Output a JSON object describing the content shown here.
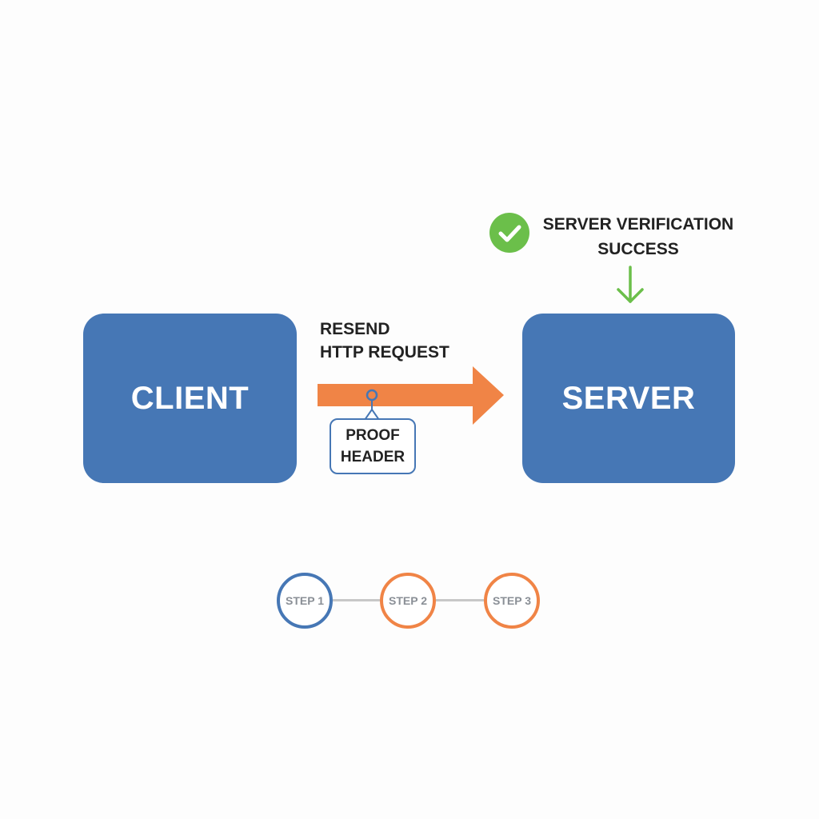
{
  "diagram": {
    "client": {
      "label": "CLIENT"
    },
    "server": {
      "label": "SERVER"
    },
    "request": {
      "line1": "RESEND",
      "line2": "HTTP REQUEST"
    },
    "proof": {
      "line1": "PROOF",
      "line2": "HEADER"
    },
    "verification": {
      "line1": "SERVER VERIFICATION",
      "line2": "SUCCESS"
    },
    "steps": [
      {
        "label": "STEP 1",
        "color": "#4677b5"
      },
      {
        "label": "STEP 2",
        "color": "#f08446"
      },
      {
        "label": "STEP 3",
        "color": "#f08446"
      }
    ]
  },
  "colors": {
    "box": "#4677b5",
    "arrow": "#f08446",
    "success": "#6bbf4a",
    "connector": "#c8c8c8"
  },
  "icons": {
    "success": "check-circle-icon",
    "down_arrow": "arrow-down-icon",
    "request_arrow": "arrow-right-icon"
  }
}
